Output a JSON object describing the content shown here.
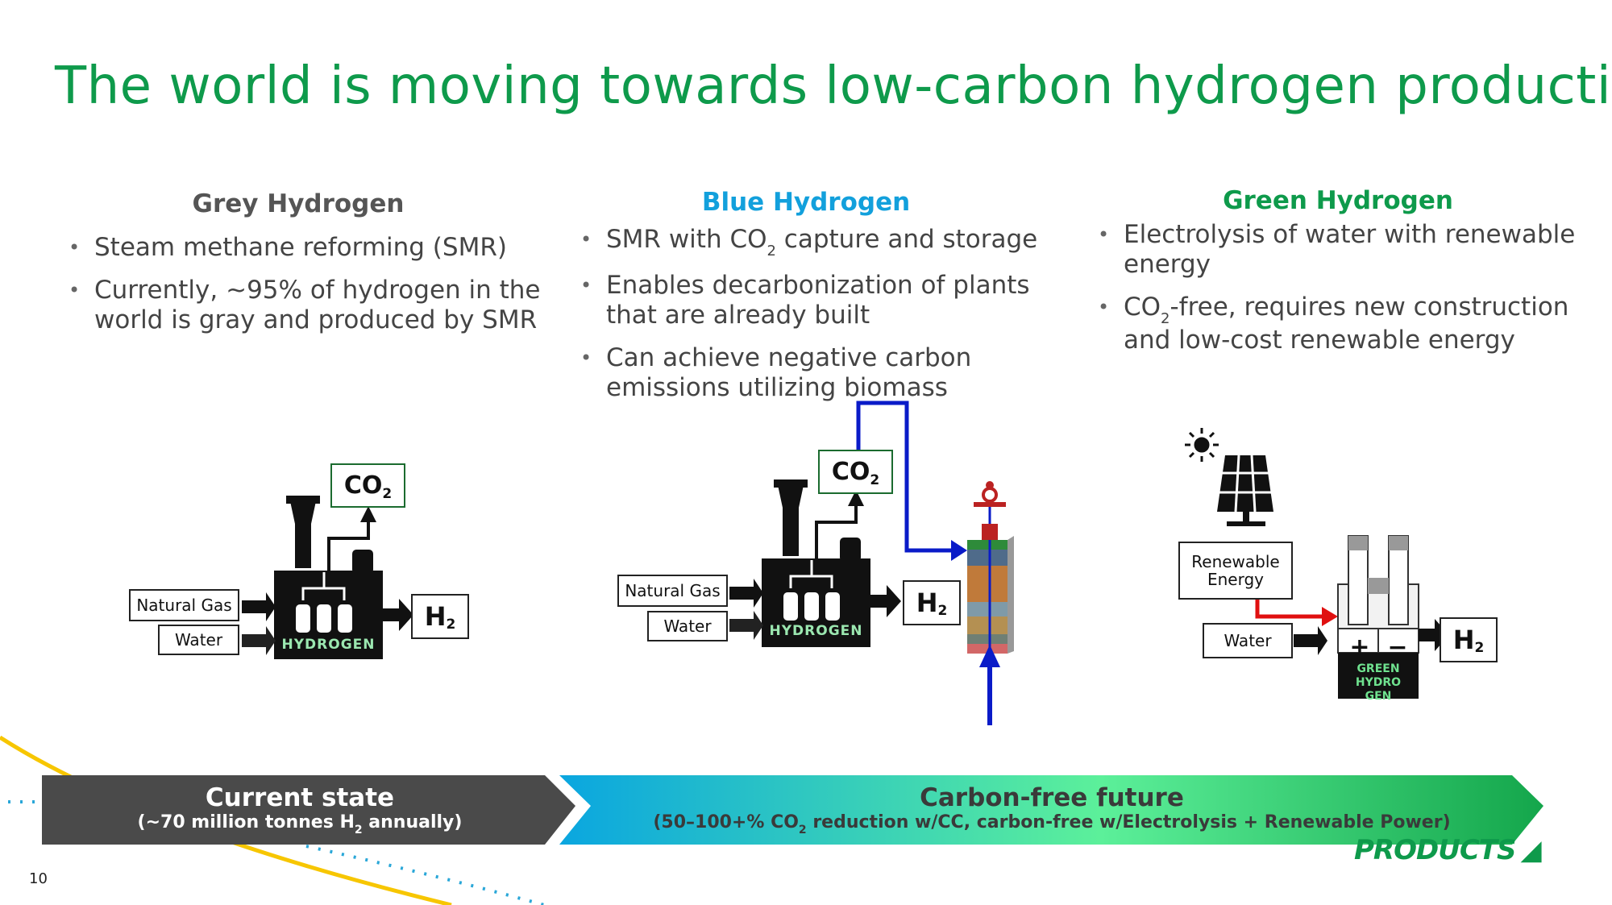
{
  "title": "The world is moving towards low-carbon hydrogen production",
  "grey": {
    "heading": "Grey Hydrogen",
    "bullets": [
      "Steam methane reforming (SMR)",
      "Currently, ~95% of hydrogen in the world is gray and produced by SMR"
    ],
    "diagram": {
      "input1": "Natural Gas",
      "input2": "Water",
      "plant_label": "HYDROGEN",
      "co2": "CO",
      "co2_sub": "2",
      "h2": "H",
      "h2_sub": "2"
    }
  },
  "blue": {
    "heading": "Blue Hydrogen",
    "bullet1_pre": "SMR with CO",
    "bullet1_sub": "2",
    "bullet1_post": " capture and storage",
    "bullet2": "Enables decarbonization of plants that are already built",
    "bullet3": "Can achieve negative carbon emissions utilizing biomass",
    "diagram": {
      "input1": "Natural Gas",
      "input2": "Water",
      "plant_label": "HYDROGEN",
      "co2": "CO",
      "co2_sub": "2",
      "h2": "H",
      "h2_sub": "2"
    }
  },
  "green": {
    "heading": "Green Hydrogen",
    "bullet1": "Electrolysis of water with renewable energy",
    "bullet2_pre": "CO",
    "bullet2_sub": "2",
    "bullet2_post": "-free, requires new construction and low-cost renewable energy",
    "diagram": {
      "input1": "Renewable Energy",
      "input2": "Water",
      "plus": "+",
      "minus": "−",
      "plant_label_1": "GREEN",
      "plant_label_2": "HYDRO",
      "plant_label_3": "GEN",
      "h2": "H",
      "h2_sub": "2"
    }
  },
  "banner": {
    "left_main": "Current state",
    "left_sub_pre": "(~70 million tonnes H",
    "left_sub_sub": "2",
    "left_sub_post": " annually)",
    "right_main": "Carbon-free future",
    "right_sub_pre": "(50–100+% CO",
    "right_sub_sub": "2",
    "right_sub_post": " reduction w/CC, carbon-free w/Electrolysis + Renewable Power)"
  },
  "page_number": "10",
  "logo_text": "PRODUCTS",
  "colors": {
    "title": "#0e9a4b",
    "grey": "#555555",
    "blue": "#12a0dc",
    "green": "#0e9a4b",
    "banner_dark": "#4a4a4a"
  }
}
